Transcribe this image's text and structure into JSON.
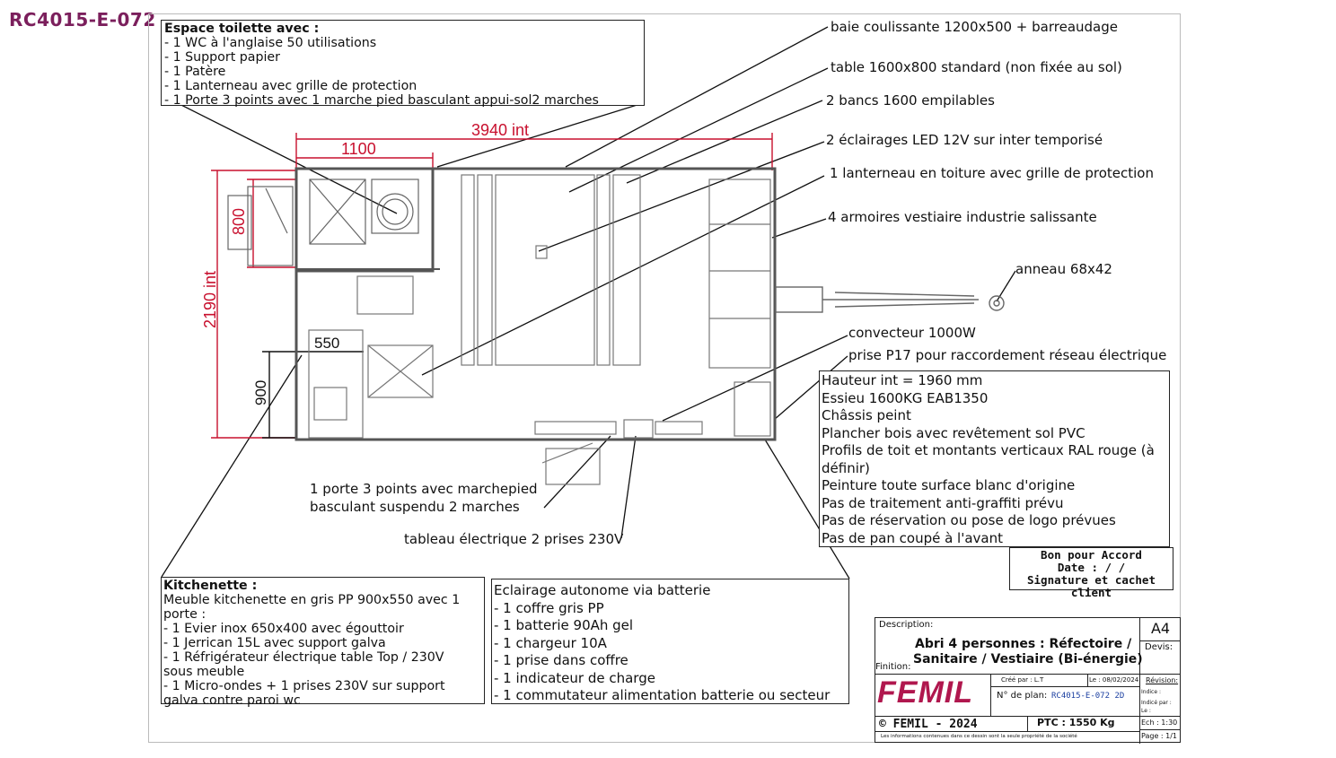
{
  "ref_code": "RC4015-E-072",
  "toilet_box": {
    "title": "Espace toilette avec :",
    "items": [
      "- 1 WC à l'anglaise 50 utilisations",
      "- 1 Support papier",
      "- 1 Patère",
      "- 1 Lanterneau avec grille de protection",
      "- 1 Porte 3 points avec 1 marche pied basculant appui-sol2 marches"
    ]
  },
  "callouts": {
    "baie": "baie coulissante 1200x500 + barreaudage",
    "table": "table 1600x800 standard (non fixée au sol)",
    "bancs": "2 bancs 1600 empilables",
    "eclairages": "2 éclairages LED 12V sur inter temporisé",
    "lanterneau": "1 lanterneau en toiture avec grille de protection",
    "armoires": "4 armoires vestiaire industrie salissante",
    "anneau": "anneau 68x42",
    "convecteur": "convecteur 1000W",
    "prise": "prise P17 pour raccordement réseau électrique",
    "porte_line1": "1 porte 3 points avec marchepied",
    "porte_line2": "basculant suspendu 2 marches",
    "tableau": "tableau électrique 2 prises 230V"
  },
  "dimensions": {
    "int_length": "3940 int",
    "toilet_length": "1100",
    "toilet_depth": "800",
    "int_width": "2190 int",
    "kitchen_width": "550",
    "kitchen_depth": "900"
  },
  "specs": [
    "Hauteur int = 1960 mm",
    "Essieu 1600KG EAB1350",
    "Châssis peint",
    "Plancher bois avec revêtement sol PVC",
    "Profils de toit et montants verticaux RAL rouge (à",
    "définir)",
    "Peinture toute surface blanc d'origine",
    "Pas de traitement anti-graffiti prévu",
    "Pas de réservation ou pose de logo prévues",
    "Pas de pan coupé à l'avant"
  ],
  "accord": {
    "line1": "Bon pour Accord",
    "line2": "Date :   /   /",
    "line3": "Signature et cachet client"
  },
  "kitchen_box": {
    "title": "Kitchenette :",
    "items": [
      "Meuble kitchenette en gris PP 900x550 avec 1",
      "porte :",
      "- 1 Evier inox 650x400 avec égouttoir",
      "- 1 Jerrican 15L avec support galva",
      "- 1 Réfrigérateur électrique table Top / 230V",
      "sous meuble",
      "- 1 Micro-ondes + 1 prises 230V sur support",
      "galva contre paroi wc"
    ]
  },
  "battery_box": {
    "title": "Eclairage autonome via batterie",
    "items": [
      "- 1 coffre gris PP",
      "- 1 batterie 90Ah gel",
      "- 1 chargeur 10A",
      "- 1 prise dans coffre",
      "- 1 indicateur de charge",
      "- 1 commutateur alimentation batterie ou secteur"
    ]
  },
  "title_block": {
    "description_label": "Description:",
    "format": "A4",
    "devis_label": "Devis:",
    "title_line1": "Abri 4 personnes : Réfectoire  /",
    "title_line2": "Sanitaire / Vestiaire (Bi-énergie)",
    "finition_label": "Finition:",
    "cree_par": "Créé par : L.T",
    "date": "Le : 08/02/2024",
    "revision_label": "Révision:",
    "indice_label": "Indice :",
    "indice_par_label": "Indicé par :",
    "le_label": "Le :",
    "brand": "FEMIL",
    "plan_label": "N° de plan:",
    "plan_value": "RC4015-E-072 2D",
    "copyright": "© FEMIL - 2024",
    "ptc": "PTC : 1550 Kg",
    "echelle": "Ech : 1:30",
    "page": "Page : 1/1",
    "disclaimer": "Les informations contenues dans ce dessin sont la seule propriété de la société"
  },
  "colors": {
    "dimension": "#c8102e",
    "brand": "#b0174e",
    "ref": "#7b1f5c"
  }
}
